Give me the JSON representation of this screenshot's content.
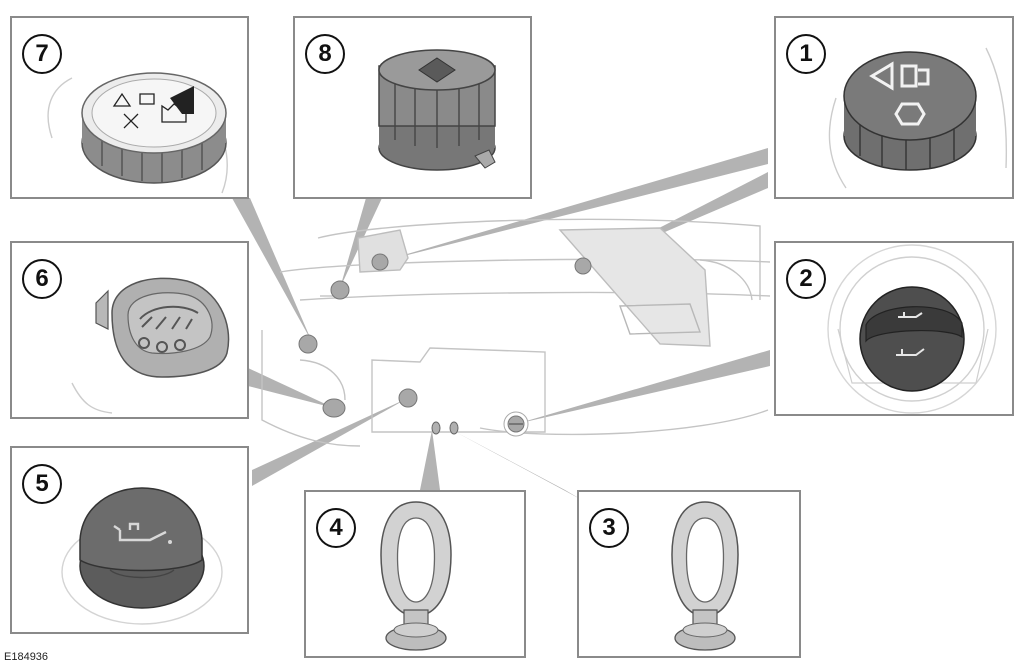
{
  "figure": {
    "reference": "E184936",
    "callouts": [
      {
        "id": "7",
        "label": "7"
      },
      {
        "id": "8",
        "label": "8"
      },
      {
        "id": "1",
        "label": "1"
      },
      {
        "id": "6",
        "label": "6"
      },
      {
        "id": "2",
        "label": "2"
      },
      {
        "id": "5",
        "label": "5"
      },
      {
        "id": "4",
        "label": "4"
      },
      {
        "id": "3",
        "label": "3"
      }
    ]
  }
}
